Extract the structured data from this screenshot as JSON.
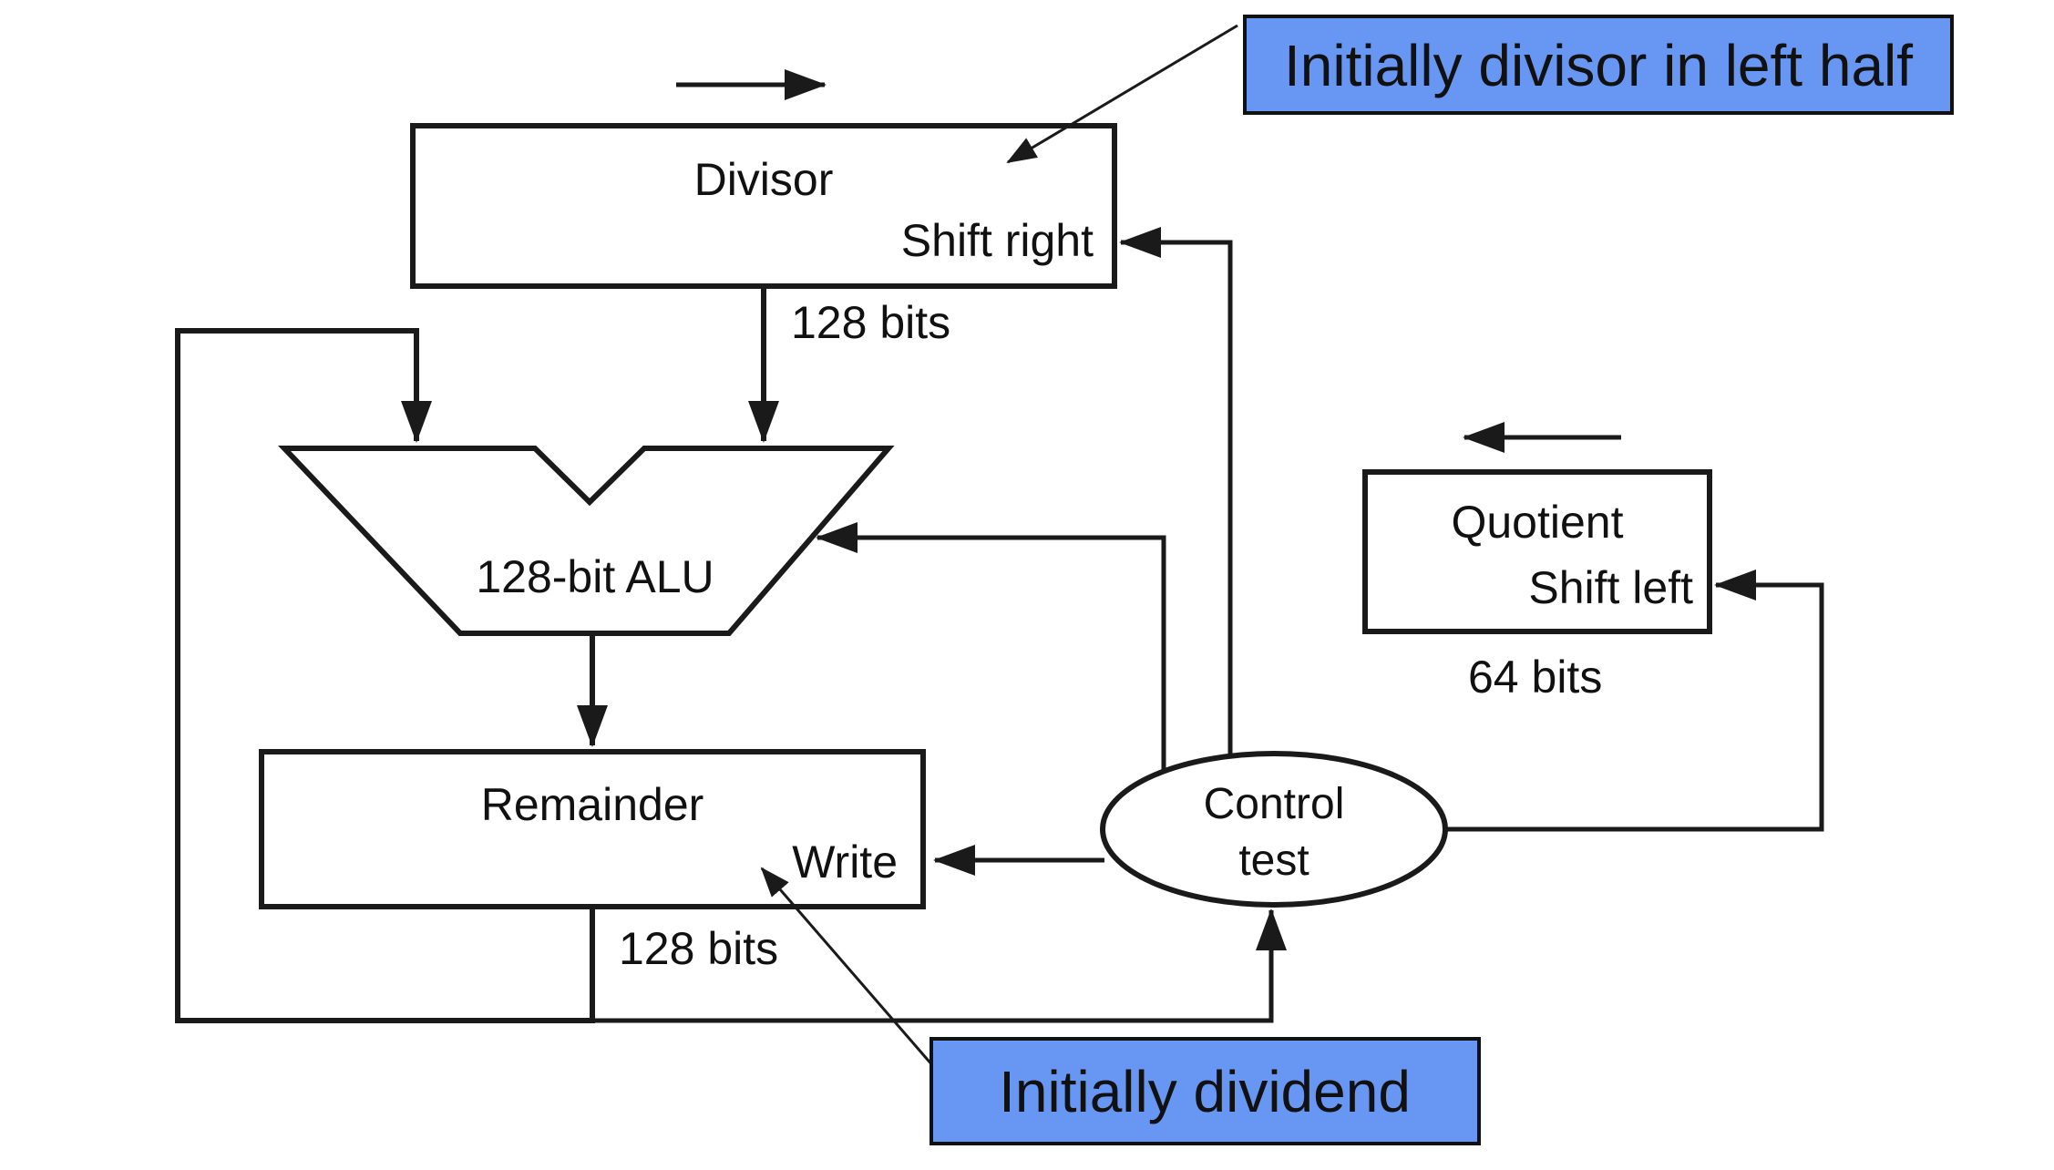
{
  "colors": {
    "note_fill": "#6897f3",
    "ink": "#1a1a1a",
    "background": "#ffffff"
  },
  "diagram": {
    "divisor_register": {
      "label": "Divisor",
      "action": "Shift right",
      "width_note": "128 bits"
    },
    "alu": {
      "label": "128-bit ALU"
    },
    "remainder_register": {
      "label": "Remainder",
      "action": "Write",
      "width_note": "128 bits"
    },
    "quotient_register": {
      "label": "Quotient",
      "action": "Shift left",
      "width_note": "64 bits"
    },
    "control_unit": {
      "line1": "Control",
      "line2": "test"
    },
    "notes": {
      "divisor_note": "Initially divisor in left half",
      "dividend_note": "Initially dividend"
    }
  }
}
